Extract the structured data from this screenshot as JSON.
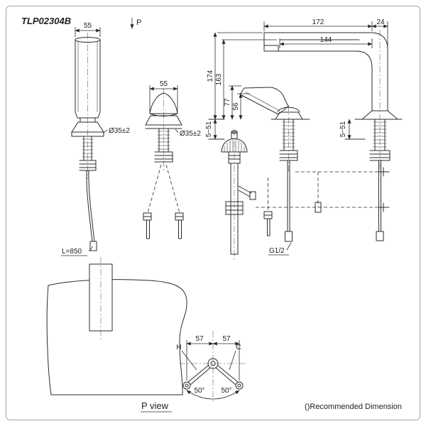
{
  "header": {
    "model": "TLP02304B"
  },
  "markers": {
    "p": "P"
  },
  "front": {
    "spout_w": "55",
    "handle_w": "55",
    "spout_dia": "Ø35±2",
    "handle_dia": "Ø35±2",
    "hose": "L=850"
  },
  "side": {
    "d172": "172",
    "d24": "24",
    "d144": "144",
    "d174": "174",
    "d163": "163",
    "d77": "77",
    "d56": "56",
    "deck_l": "5~51",
    "deck_r": "5~51",
    "thread": "G1/2"
  },
  "holes": {
    "h": "H",
    "c": "C",
    "p57a": "57",
    "p57b": "57",
    "a50l": "50°",
    "a50r": "50°"
  },
  "footer": {
    "p_view": "P view",
    "note": "()Recommended Dimension"
  },
  "colors": {
    "line": "#2b2b2b",
    "border": "#a0a0a0",
    "bg": "#ffffff"
  }
}
